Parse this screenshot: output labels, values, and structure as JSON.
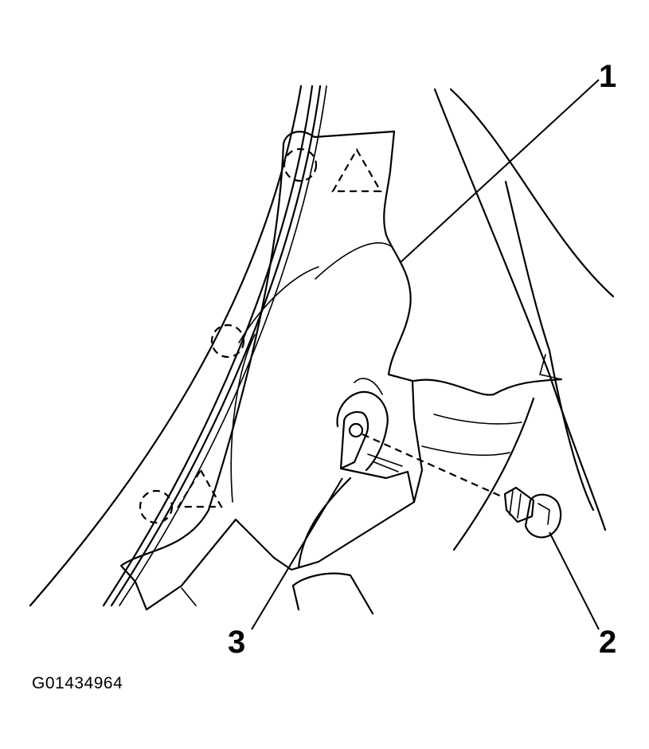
{
  "callouts": {
    "one": "1",
    "two": "2",
    "three": "3"
  },
  "figure_id": "G01434964",
  "line_color": "#000000",
  "background_color": "#ffffff"
}
